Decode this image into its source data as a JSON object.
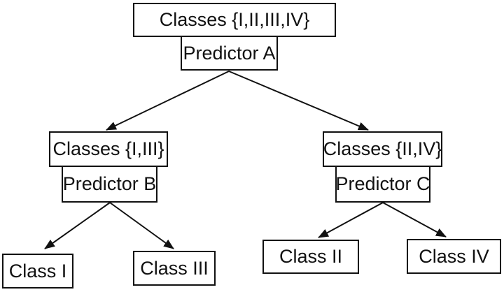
{
  "figure": {
    "type": "decision-tree-diagram",
    "background_color": "#ffffff",
    "line_color": "#111111",
    "text_color": "#111111"
  },
  "tree": {
    "nodes": {
      "root_classes": {
        "label": "Classes {I,II,III,IV}"
      },
      "predictor_a": {
        "label": "Predictor A"
      },
      "left_classes": {
        "label": "Classes {I,III}"
      },
      "predictor_b": {
        "label": "Predictor B"
      },
      "right_classes": {
        "label": "Classes {II,IV}"
      },
      "predictor_c": {
        "label": "Predictor C"
      },
      "class_i": {
        "label": "Class I"
      },
      "class_ii": {
        "label": "Class II"
      },
      "class_iii": {
        "label": "Class III"
      },
      "class_iv": {
        "label": "Class IV"
      }
    },
    "edges": [
      {
        "from": "predictor_a",
        "to": "left_classes"
      },
      {
        "from": "predictor_a",
        "to": "right_classes"
      },
      {
        "from": "predictor_b",
        "to": "class_i"
      },
      {
        "from": "predictor_b",
        "to": "class_iii"
      },
      {
        "from": "predictor_c",
        "to": "class_ii"
      },
      {
        "from": "predictor_c",
        "to": "class_iv"
      }
    ]
  }
}
